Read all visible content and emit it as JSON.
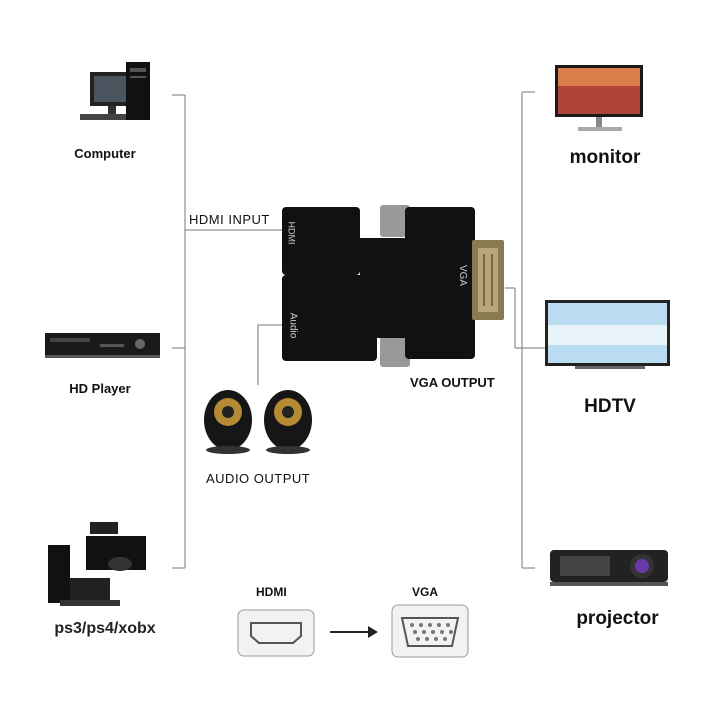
{
  "sources": [
    {
      "label": "Computer",
      "icon": "computer-icon"
    },
    {
      "label": "HD Player",
      "icon": "dvd-player-icon"
    },
    {
      "label": "ps3/ps4/xobx",
      "icon": "game-console-icon"
    }
  ],
  "outputs": [
    {
      "label": "monitor",
      "icon": "monitor-icon"
    },
    {
      "label": "HDTV",
      "icon": "hdtv-icon"
    },
    {
      "label": "projector",
      "icon": "projector-icon"
    }
  ],
  "adapter": {
    "hdmi_input": "HDMI INPUT",
    "vga_output": "VGA OUTPUT",
    "audio_output": "AUDIO OUTPUT",
    "body_hdmi_text": "HDMI",
    "body_audio_text": "Audio",
    "body_vga_text": "VGA"
  },
  "conversion": {
    "from": "HDMI",
    "to": "VGA"
  }
}
